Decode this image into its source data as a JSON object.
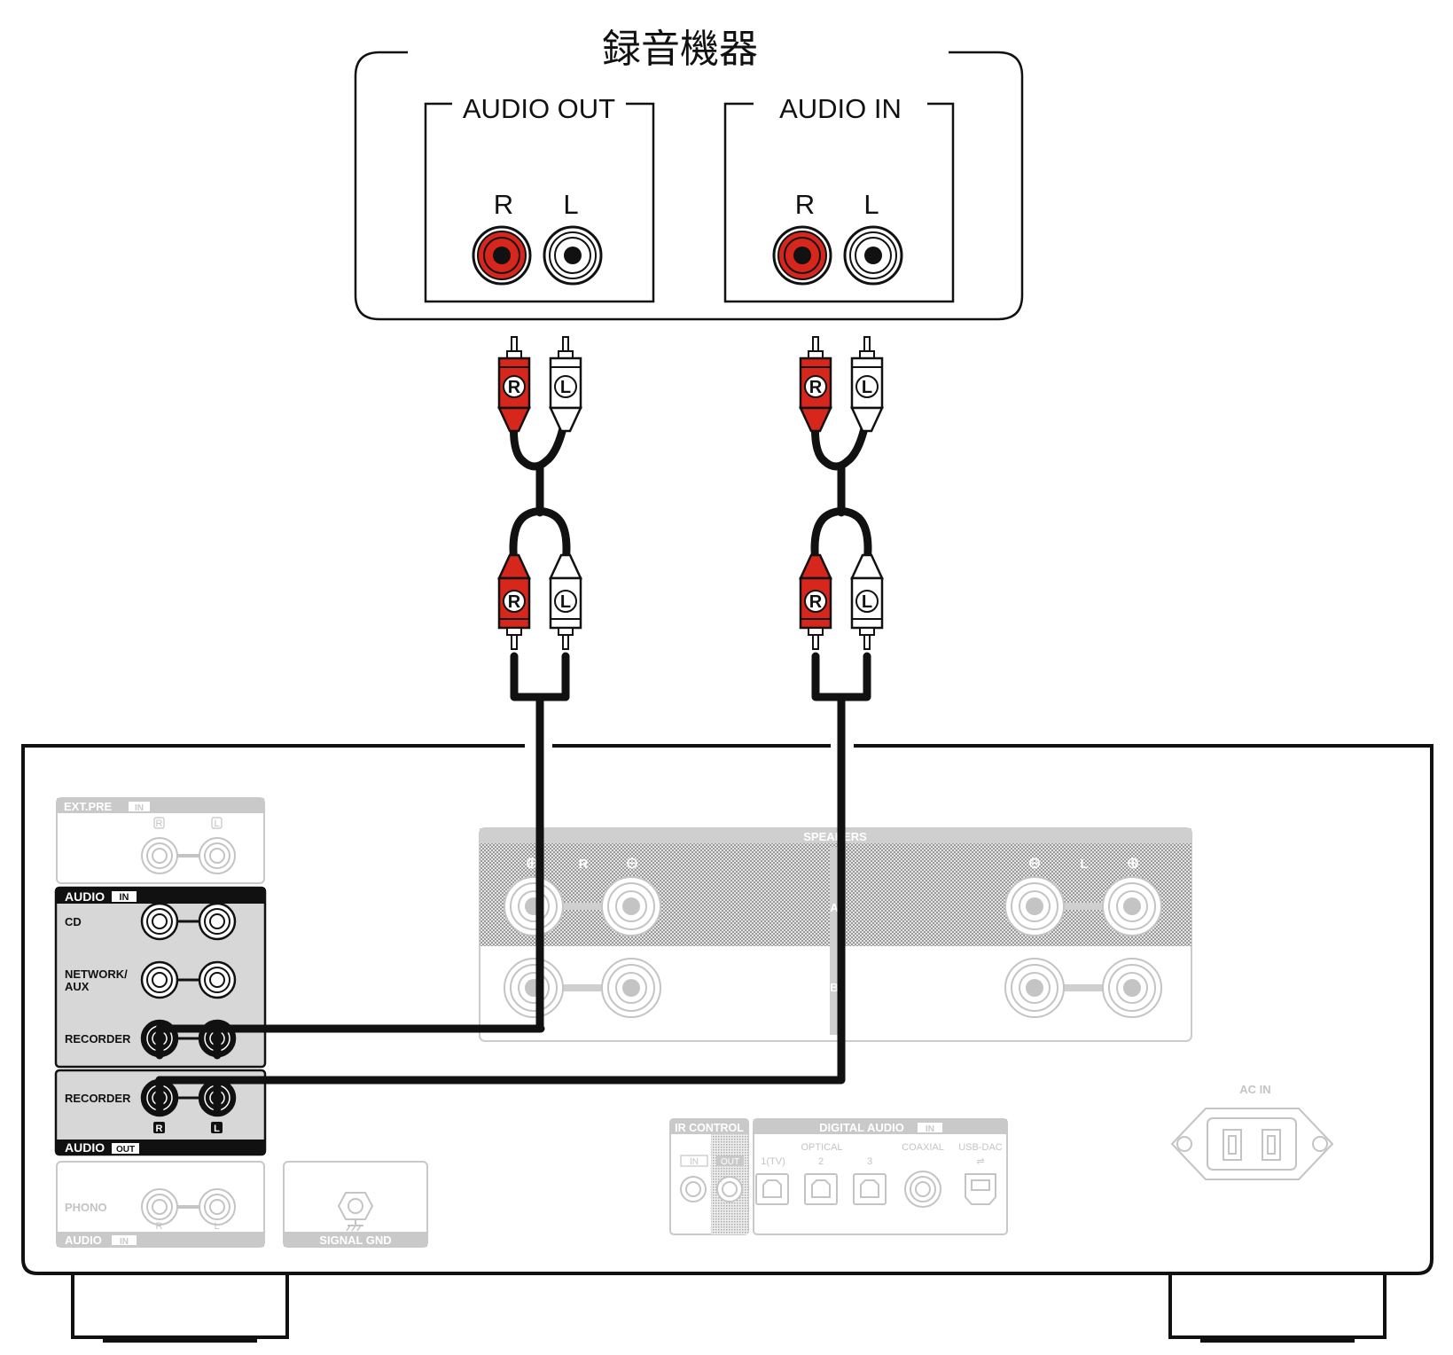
{
  "recorder": {
    "title": "録音機器",
    "audio_out_label": "AUDIO OUT",
    "audio_in_label": "AUDIO IN",
    "jack_r": "R",
    "jack_l": "L"
  },
  "cable": {
    "plug_r": "R",
    "plug_l": "L",
    "colors": {
      "right": "#d7261c",
      "left": "#ffffff",
      "wire": "#111111"
    }
  },
  "amp": {
    "ext_pre": {
      "title": "EXT.PRE",
      "dir": "IN",
      "r": "R",
      "l": "L"
    },
    "audio_in": {
      "title": "AUDIO",
      "dir": "IN",
      "rows": [
        "CD",
        "NETWORK/",
        "AUX",
        "RECORDER"
      ]
    },
    "audio_out": {
      "row": "RECORDER",
      "r": "R",
      "l": "L",
      "title": "AUDIO",
      "dir": "OUT"
    },
    "phono": {
      "label": "PHONO",
      "r": "R",
      "l": "L",
      "title": "AUDIO",
      "dir": "IN"
    },
    "signal_gnd": "SIGNAL GND",
    "speakers": {
      "title": "SPEAKERS",
      "a": "A",
      "b": "B",
      "r": "R",
      "l": "L"
    },
    "ir_control": {
      "title": "IR CONTROL",
      "in": "IN",
      "out": "OUT"
    },
    "digital_audio": {
      "title": "DIGITAL AUDIO",
      "dir": "IN",
      "optical": "OPTICAL",
      "inputs": [
        "1(TV)",
        "2",
        "3"
      ],
      "coaxial": "COAXIAL",
      "usb_dac": "USB-DAC"
    },
    "ac_in": "AC IN"
  },
  "icons": [
    "rca-jack-icon",
    "rca-plug-icon",
    "ground-terminal-icon",
    "optical-jack-icon",
    "usb-b-jack-icon",
    "ac-inlet-icon",
    "speaker-terminal-icon"
  ]
}
